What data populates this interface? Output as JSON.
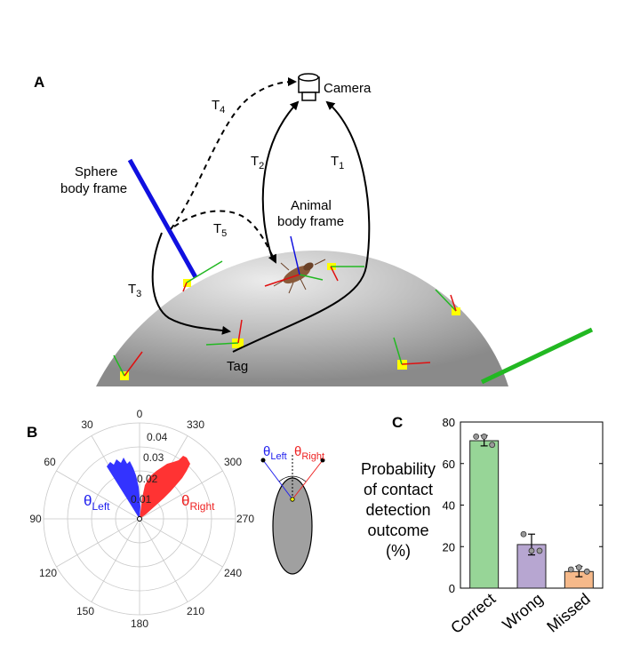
{
  "panels": {
    "a": "A",
    "b": "B",
    "c": "C"
  },
  "panel_a": {
    "camera": "Camera",
    "sphere_line1": "Sphere",
    "sphere_line2": "body frame",
    "animal_line1": "Animal",
    "animal_line2": "body frame",
    "tag": "Tag",
    "transforms": [
      {
        "base": "T",
        "sub": "1"
      },
      {
        "base": "T",
        "sub": "2"
      },
      {
        "base": "T",
        "sub": "3"
      },
      {
        "base": "T",
        "sub": "4"
      },
      {
        "base": "T",
        "sub": "5"
      }
    ],
    "colors": {
      "sphere_axis": "#1010e0",
      "x_axis": "#e01010",
      "y_axis": "#10b010",
      "tag": "#ffff00"
    }
  },
  "panel_b": {
    "angle_labels": [
      "0",
      "30",
      "60",
      "90",
      "120",
      "150",
      "180",
      "210",
      "240",
      "270",
      "300",
      "330"
    ],
    "radial_labels": [
      "0.01",
      "0.02",
      "0.03",
      "0.04"
    ],
    "theta_left": {
      "base": "θ",
      "sub": "Left",
      "color": "#2222ee"
    },
    "theta_right": {
      "base": "θ",
      "sub": "Right",
      "color": "#ee2222"
    }
  },
  "chart_data": {
    "type": "bar",
    "ylabel": [
      "Probability",
      "of contact",
      "detection",
      "outcome",
      "(%)"
    ],
    "categories": [
      "Correct",
      "Wrong",
      "Missed"
    ],
    "values": [
      71,
      21,
      8
    ],
    "errors": [
      2.5,
      5,
      2.5
    ],
    "points": [
      [
        73,
        73,
        69
      ],
      [
        26,
        18,
        18
      ],
      [
        9,
        10,
        8
      ]
    ],
    "ylim": [
      0,
      80
    ],
    "yticks": [
      0,
      20,
      40,
      60,
      80
    ],
    "colors": [
      "#97d597",
      "#b7a6d1",
      "#f6b98a"
    ]
  }
}
